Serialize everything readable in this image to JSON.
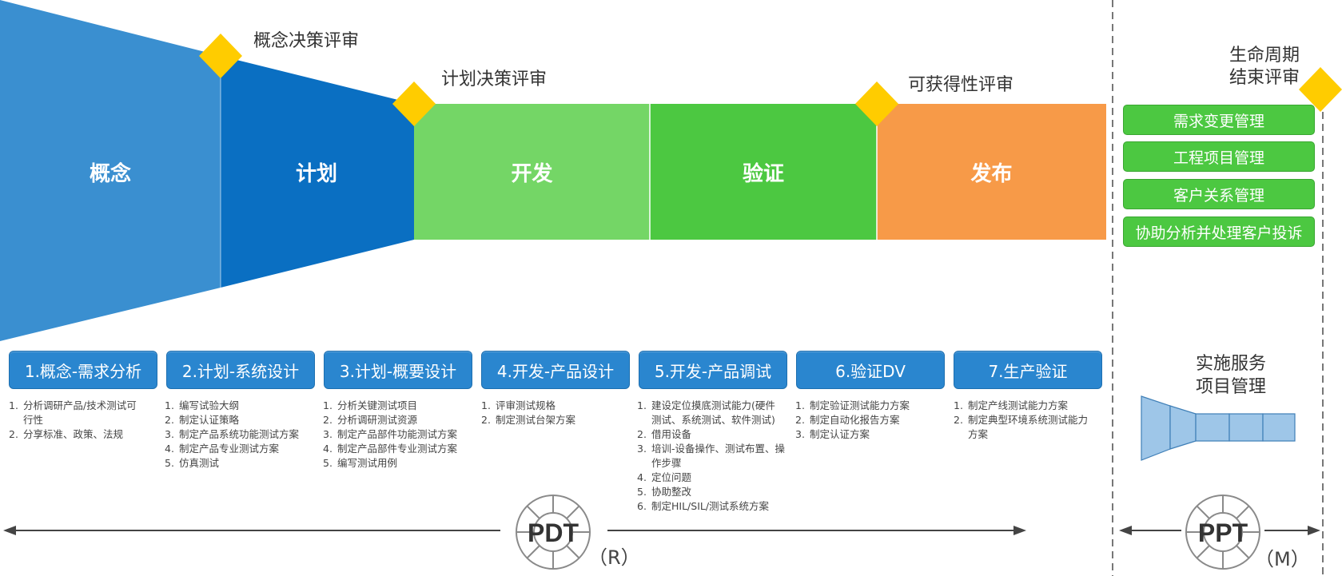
{
  "reviews": {
    "concept": "概念决策评审",
    "plan": "计划决策评审",
    "availability": "可获得性评审",
    "eol_line1": "生命周期",
    "eol_line2": "结束评审"
  },
  "phases": {
    "concept": "概念",
    "plan": "计划",
    "develop": "开发",
    "verify": "验证",
    "release": "发布"
  },
  "colors": {
    "concept": "#3a8fd0",
    "plan": "#0a6fc2",
    "develop": "#74d666",
    "verify": "#4cc841",
    "release": "#f79a48",
    "diamond": "#ffcc00",
    "stage_box": "#2a86cf"
  },
  "stages": [
    {
      "label": "1.概念-需求分析",
      "tasks": [
        "分析调研产品/技术测试可行性",
        "分享标准、政策、法规"
      ]
    },
    {
      "label": "2.计划-系统设计",
      "tasks": [
        "编写试验大纲",
        "制定认证策略",
        "制定产品系统功能测试方案",
        "制定产品专业测试方案",
        "仿真测试"
      ]
    },
    {
      "label": "3.计划-概要设计",
      "tasks": [
        "分析关键测试项目",
        "分析调研测试资源",
        "制定产品部件功能测试方案",
        "制定产品部件专业测试方案",
        "编写测试用例"
      ]
    },
    {
      "label": "4.开发-产品设计",
      "tasks": [
        "评审测试规格",
        "制定测试台架方案"
      ]
    },
    {
      "label": "5.开发-产品调试",
      "tasks": [
        "建设定位摸底测试能力(硬件测试、系统测试、软件测试)",
        "借用设备",
        "培训-设备操作、测试布置、操作步骤",
        "定位问题",
        "协助整改",
        "制定HIL/SIL/测试系统方案"
      ]
    },
    {
      "label": "6.验证DV",
      "tasks": [
        "制定验证测试能力方案",
        "制定自动化报告方案",
        "制定认证方案"
      ]
    },
    {
      "label": "7.生产验证",
      "tasks": [
        "制定产线测试能力方案",
        "制定典型环境系统测试能力方案"
      ]
    }
  ],
  "services": [
    "需求变更管理",
    "工程项目管理",
    "客户关系管理",
    "协助分析并处理客户投诉"
  ],
  "implementation": {
    "line1": "实施服务",
    "line2": "项目管理"
  },
  "teams": {
    "pdt": {
      "label": "PDT",
      "suffix": "（R）"
    },
    "ppt": {
      "label": "PPT",
      "suffix": "（M）"
    }
  }
}
